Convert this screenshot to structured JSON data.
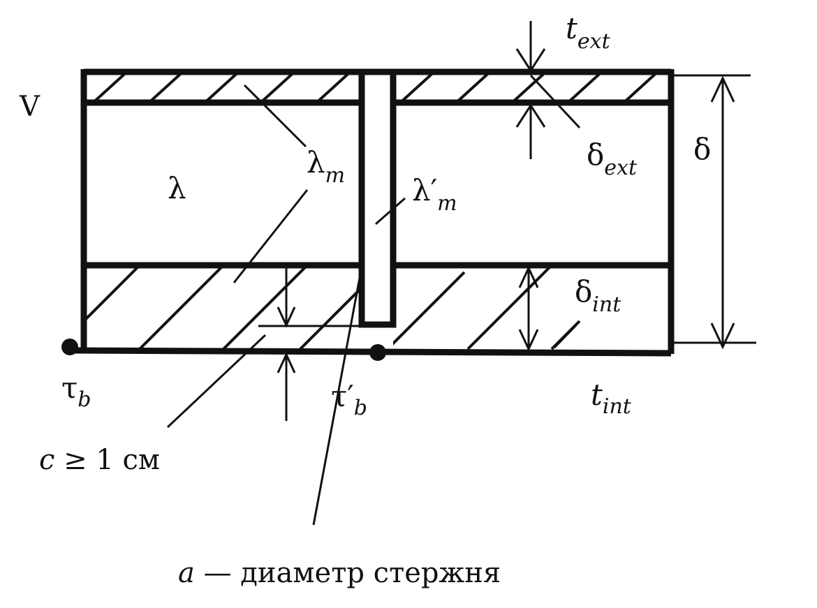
{
  "diagram": {
    "labels": {
      "v": "V",
      "lambda": "λ",
      "lambda_m": {
        "base": "λ",
        "sub": "m"
      },
      "lambda_m_prime": {
        "base": "λ′",
        "sub": "m"
      },
      "t_ext": {
        "base": "t",
        "sub": "ext"
      },
      "delta_ext": {
        "base": "δ",
        "sub": "ext"
      },
      "delta": "δ",
      "delta_int": {
        "base": "δ",
        "sub": "int"
      },
      "tau_b": {
        "base": "τ",
        "sub": "b"
      },
      "tau_b_prime": {
        "base": "τ′",
        "sub": "b"
      },
      "t_int": {
        "base": "t",
        "sub": "int"
      },
      "c_condition": {
        "var": "c",
        "rest": " ≥ 1 см"
      },
      "caption": {
        "var": "a",
        "rest": " — диаметр стержня"
      }
    },
    "colors": {
      "ink": "#111111",
      "background": "#ffffff"
    }
  }
}
